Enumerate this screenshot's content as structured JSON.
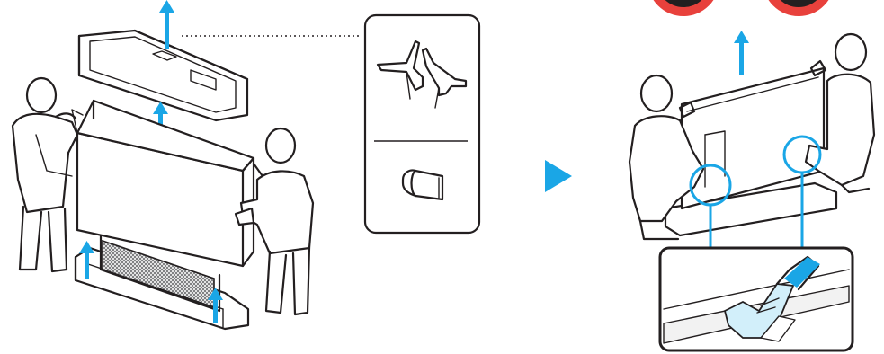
{
  "figure": {
    "step1": {
      "actions": [
        "lift-foam-top",
        "lift-box-sleeve",
        "lift-base-foam"
      ],
      "accessories": [
        "stand-legs",
        "cable-holder"
      ]
    },
    "step2": {
      "actions": [
        "lift-tv-out"
      ],
      "detail": "hold-handle-grips"
    }
  },
  "colors": {
    "arrow": "#1aa6e6",
    "line": "#231f20",
    "warning": "#e8413c",
    "mesh": "#6d6e70",
    "hand_highlight": "#d2effa"
  },
  "icons": [
    "up-arrow-icon",
    "next-step-arrow-icon",
    "stand-leg-icon",
    "cable-holder-icon",
    "warning-badge-icon"
  ]
}
